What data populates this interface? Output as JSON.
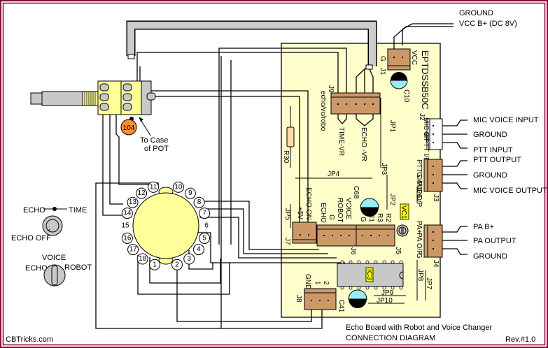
{
  "site": "CBTricks.com",
  "title": {
    "line1": "Echo Board with Robot and Voice Changer",
    "line2": "CONNECTION DIAGRAM",
    "revision": "Rev.#1.0"
  },
  "colors": {
    "frame": "#8b0a3a",
    "board": "#ffffcc",
    "connector": "#cc9966",
    "wire_shield": "#cccccc",
    "capacitor_top": "#000000",
    "capacitor_bottom": "#99ecf5",
    "resistor": "#ffd9a8",
    "ceramic_cap": "#ff8c33",
    "switch_body": "#ffff99",
    "ic_label_bg": "#ffff00",
    "ic_body": "#c8c8c8"
  },
  "board": {
    "name": "EPTDSSB50C",
    "components": {
      "j1": {
        "ref": "J1",
        "pins": [
          "G",
          "VCC"
        ]
      },
      "c10": "C10",
      "j9": {
        "ref": "J9",
        "label": "echo/vc/robo",
        "time_vr": "TIME-VR",
        "echo_vr": "ECHO -VR"
      },
      "jp1": "JP1",
      "jp2": "JP2",
      "jp3": "JP3",
      "jp4": "JP4",
      "jp5": "JP5",
      "jp6": "JP6",
      "jp7": "JP7",
      "jp8": "JP8",
      "jp9": "JP9",
      "jp10": "JP10",
      "r30": "R30",
      "c68": "C68",
      "c41": "C41",
      "vc1": "VC1",
      "ic3": "IC3",
      "j2": {
        "ref": "J2",
        "pins": [
          "MIC I/P",
          "G",
          "PTT I/P"
        ]
      },
      "j3": {
        "ref": "J3",
        "pins": [
          "PTT O/P",
          "G",
          "MIC O/P"
        ]
      },
      "j4": {
        "ref": "J4",
        "pins": [
          "PA+",
          "PA O/P",
          "G"
        ]
      },
      "j5": {
        "ref": "J5",
        "pins": [
          "G",
          "R1",
          "R3",
          "R2"
        ]
      },
      "j6": {
        "ref": "J6",
        "pins": [
          "ECHO",
          "G",
          "ROBOT",
          "VOICE"
        ]
      },
      "j7": {
        "ref": "J7",
        "pins": [
          "+5V",
          "ECHO ON"
        ]
      },
      "j8": {
        "ref": "J8",
        "pins": [
          "GND",
          "1",
          "2"
        ]
      }
    }
  },
  "connections": {
    "power": [
      "GROUND",
      "VCC B+ (DC 8V)"
    ],
    "j2": [
      "MIC VOICE INPUT",
      "GROUND",
      "PTT INPUT"
    ],
    "j3": [
      "PTT OUTPUT",
      "GROUND",
      "MIC VOICE OUTPUT"
    ],
    "j4": [
      "PA B+",
      "PA OUTPUT",
      "GROUND"
    ]
  },
  "pot": {
    "cap_value": "104",
    "case_note_1": "To Case",
    "case_note_2": "of POT"
  },
  "rotary_switch": {
    "pins": [
      "1",
      "2",
      "3",
      "4",
      "5",
      "6",
      "7",
      "8",
      "9",
      "10",
      "11",
      "12",
      "13",
      "14",
      "15",
      "16",
      "17",
      "18"
    ]
  },
  "front_panel": {
    "echo_knob": {
      "left": "ECHO",
      "right": "TIME",
      "off": "ECHO OFF"
    },
    "mode_knob": {
      "left": "ECHO",
      "top": "VOICE",
      "right": "ROBOT"
    }
  }
}
